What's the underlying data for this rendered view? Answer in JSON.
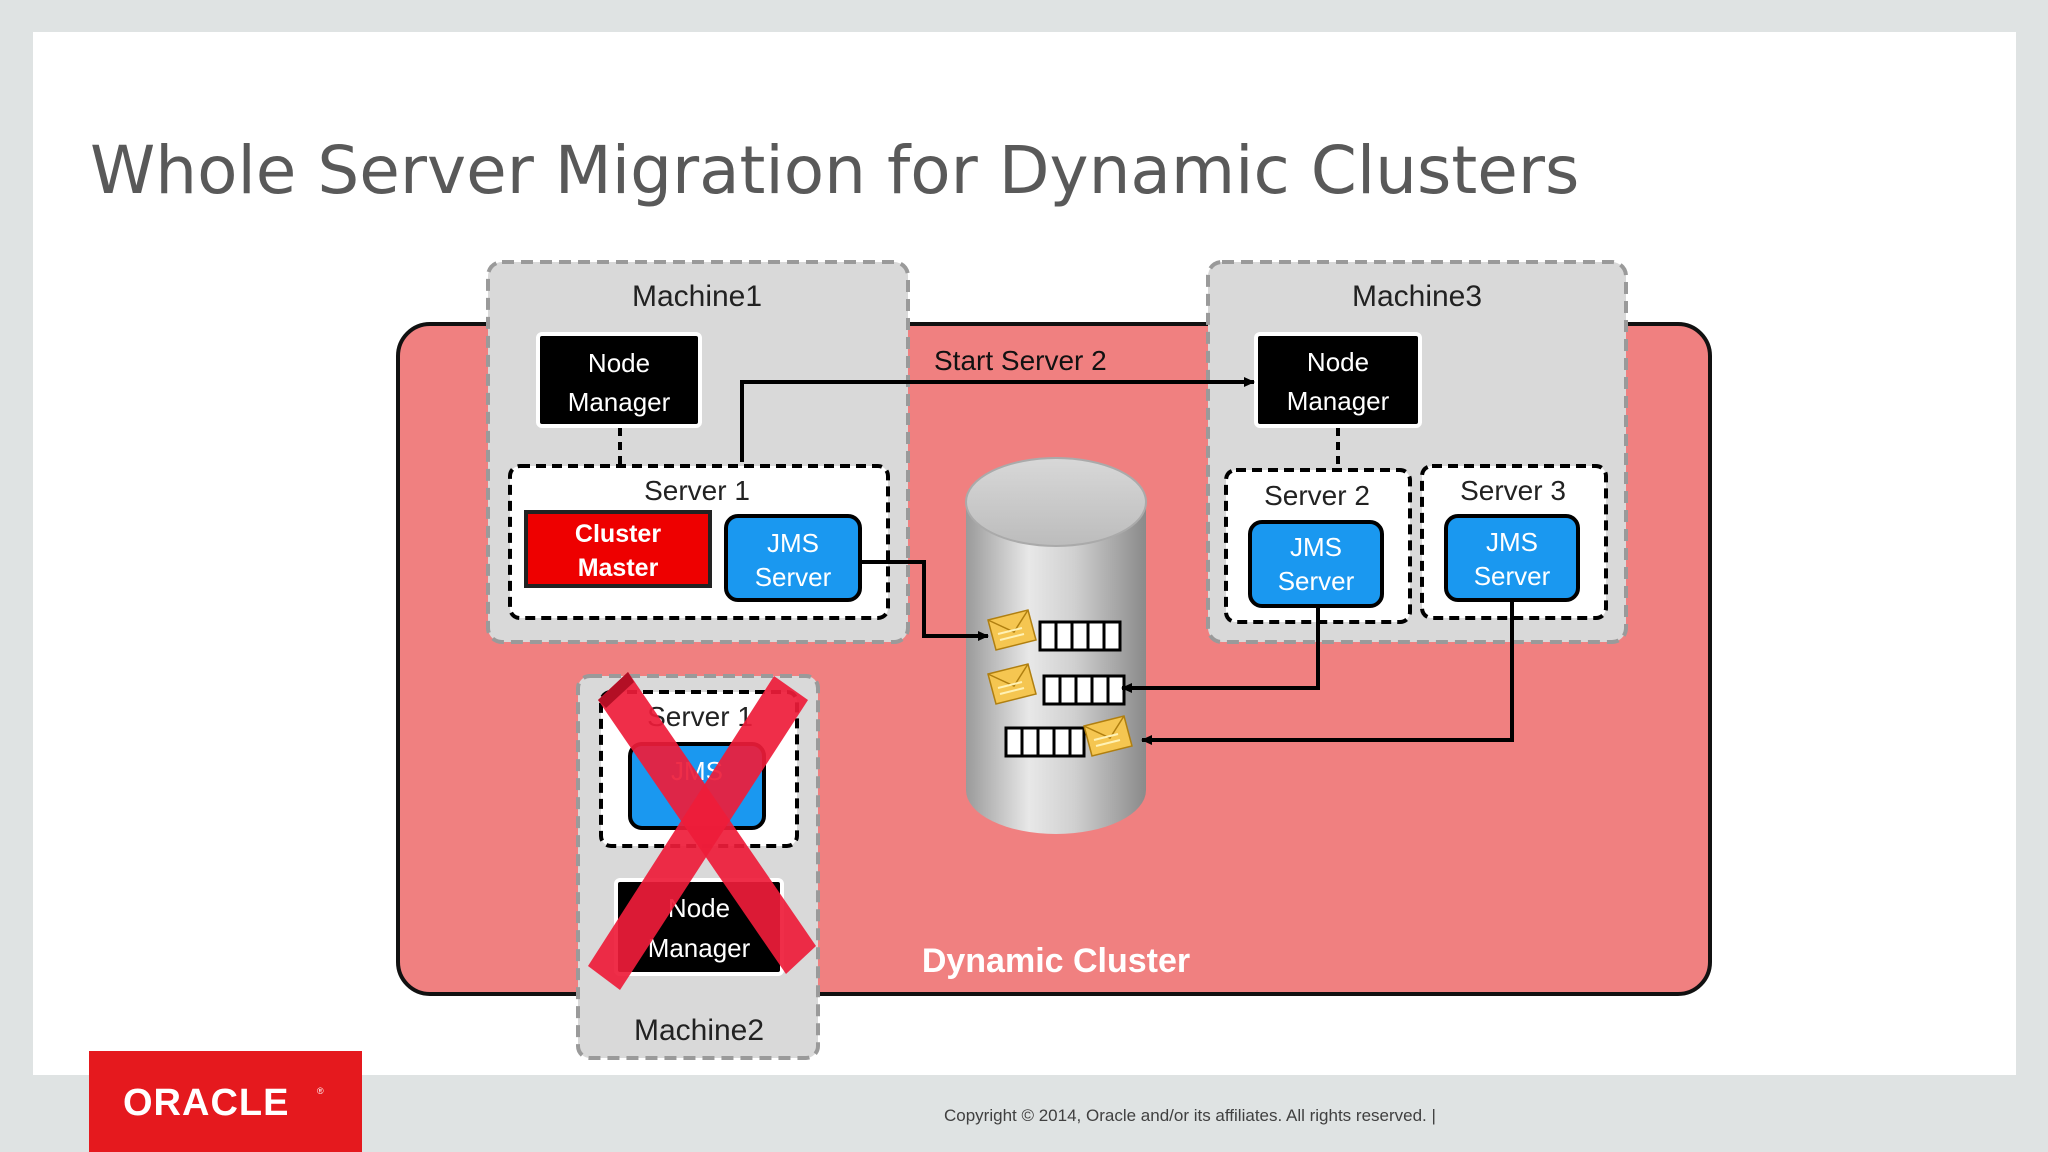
{
  "slide": {
    "title": "Whole Server Migration for Dynamic Clusters",
    "copyright": "Copyright © 2014, Oracle and/or its affiliates. All rights reserved.  |",
    "logo_text": "ORACLE"
  },
  "diagram": {
    "cluster_label": "Dynamic Cluster",
    "flow_label": "Start Server 2",
    "machine1": {
      "title": "Machine1",
      "node_manager": [
        "Node",
        "Manager"
      ],
      "server_title": "Server 1",
      "cluster_master": [
        "Cluster",
        "Master"
      ],
      "jms": [
        "JMS",
        "Server"
      ]
    },
    "machine2": {
      "title": "Machine2",
      "server_title": "Server 1",
      "jms": [
        "JMS"
      ],
      "node_manager": [
        "Node",
        "Manager"
      ],
      "status": "failed"
    },
    "machine3": {
      "title": "Machine3",
      "node_manager": [
        "Node",
        "Manager"
      ],
      "server2_title": "Server 2",
      "server2_jms": [
        "JMS",
        "Server"
      ],
      "server3_title": "Server 3",
      "server3_jms": [
        "JMS",
        "Server"
      ]
    }
  },
  "colors": {
    "cluster_fill": "#f08080",
    "machine_fill": "#d9d9d9",
    "node_manager_fill": "#000000",
    "cluster_master_fill": "#ee0000",
    "jms_fill": "#1a98f0",
    "failure_mark": "#ee1c3a",
    "brand": "#e5191e"
  },
  "icons": [
    "envelope-icon",
    "queue-icon",
    "database-cylinder-icon",
    "failure-x-icon"
  ]
}
